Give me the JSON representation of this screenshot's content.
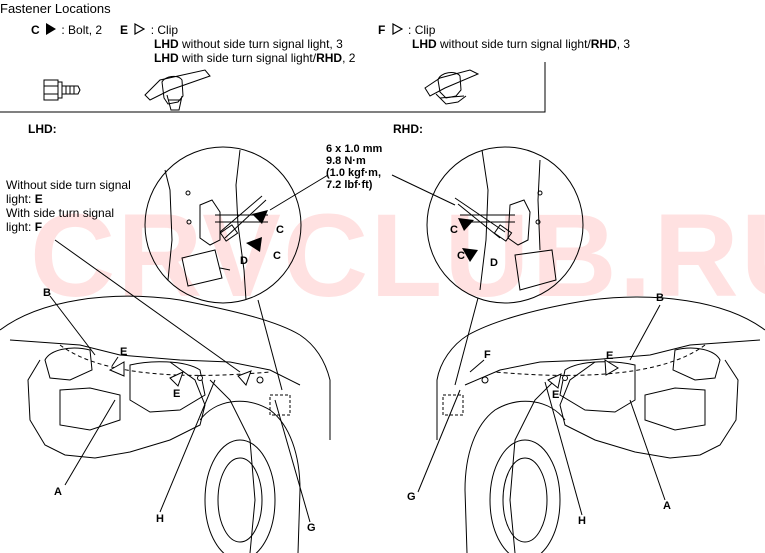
{
  "header": {
    "title": "Fastener Locations"
  },
  "legend": {
    "c": {
      "letter": "C",
      "desc": ": Bolt, 2"
    },
    "e": {
      "letter": "E",
      "desc": ": Clip",
      "line1_bold": "LHD",
      "line1_rest": " without side turn signal light, 3",
      "line2_bold": "LHD",
      "line2_rest": " with side turn signal light/",
      "line2_bold2": "RHD",
      "line2_end": ", 2"
    },
    "f": {
      "letter": "F",
      "desc": ": Clip",
      "line1_bold": "LHD",
      "line1_rest": " without side turn signal light/",
      "line1_bold2": "RHD",
      "line1_end": ", 3"
    }
  },
  "sections": {
    "lhd": "LHD:",
    "rhd": "RHD:"
  },
  "spec": {
    "line1": "6 x 1.0 mm",
    "line2": "9.8 N·m",
    "line3": "(1.0 kgf·m,",
    "line4": "7.2 lbf·ft)"
  },
  "note": {
    "line1": "Without side turn signal",
    "line2_text": "light: ",
    "line2_letter": "E",
    "line3": "With side turn signal",
    "line4_text": "light: ",
    "line4_letter": "F"
  },
  "callouts": {
    "A": "A",
    "B": "B",
    "C": "C",
    "D": "D",
    "E": "E",
    "F": "F",
    "G": "G",
    "H": "H"
  },
  "watermark": "CRVCLUB.RU",
  "colors": {
    "watermark": "#ff7878",
    "ink": "#000000"
  }
}
